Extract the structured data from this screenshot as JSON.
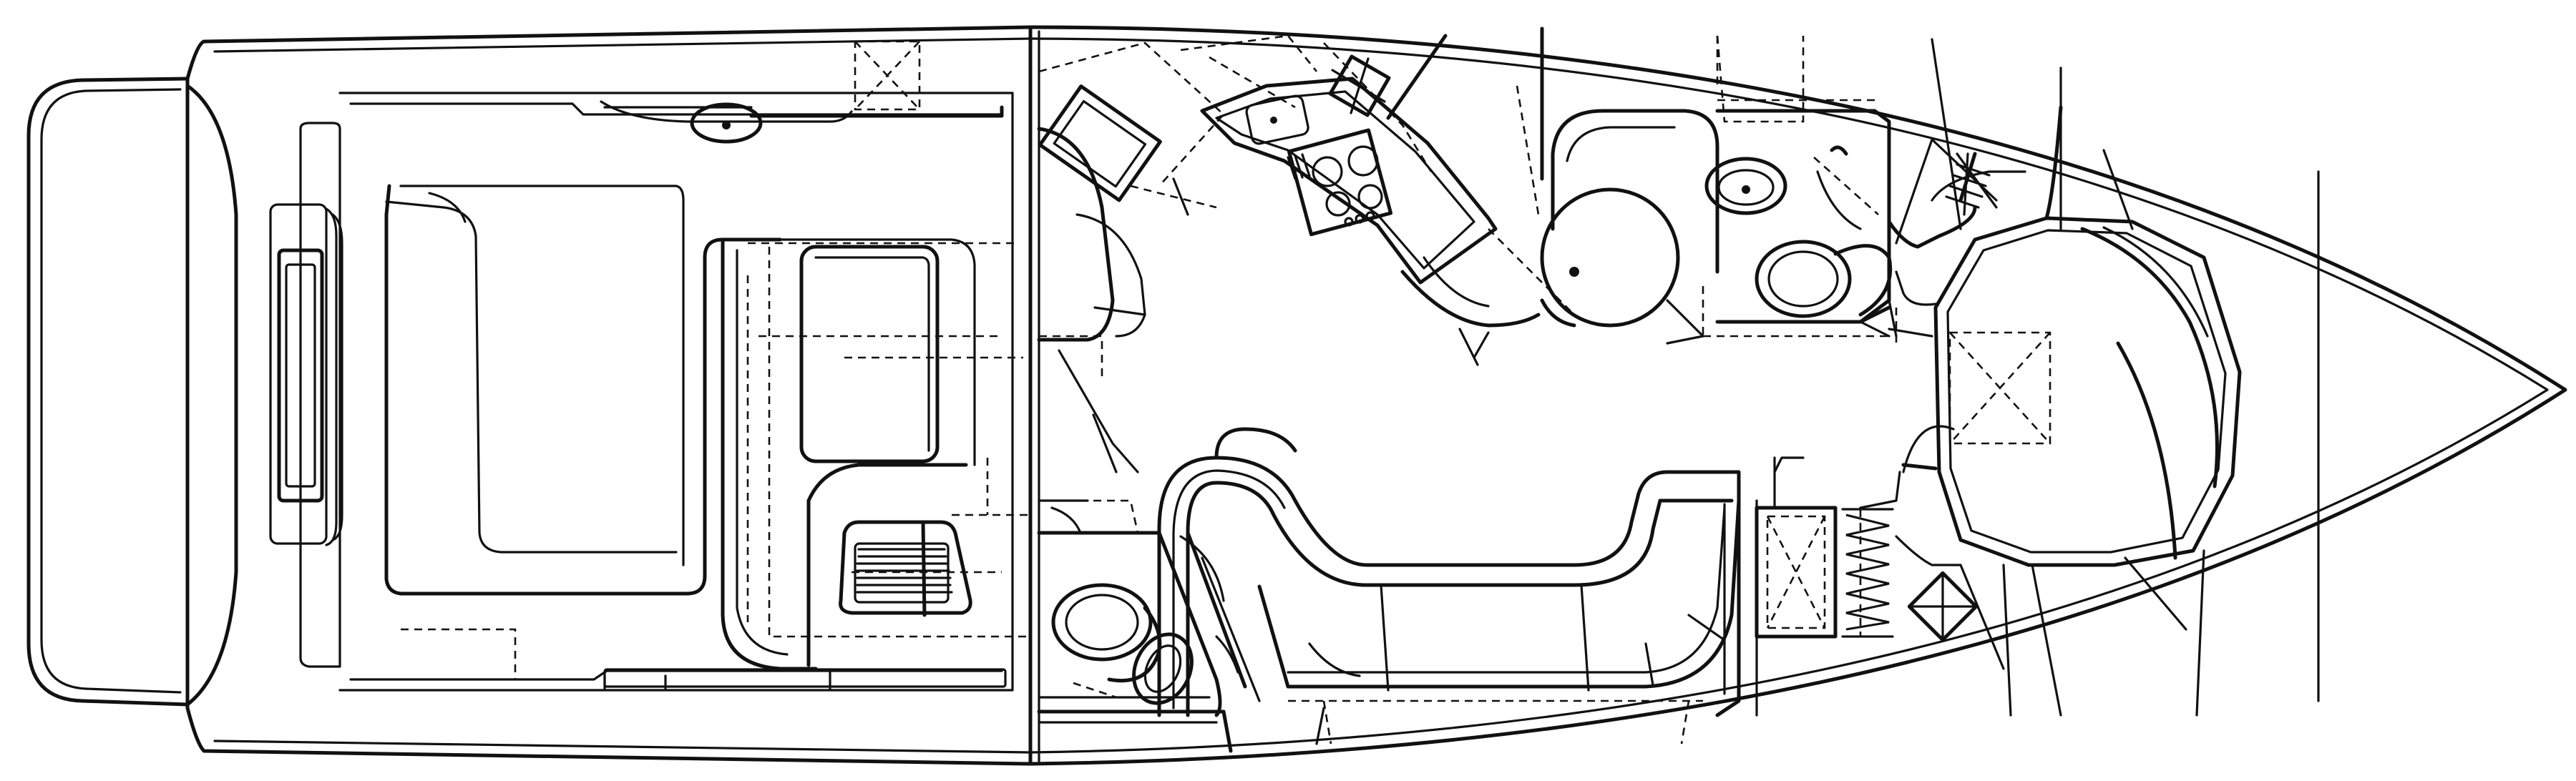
{
  "diagram": {
    "type": "boat-deck-plan",
    "line_color": "#111111",
    "background": "#ffffff",
    "zones": [
      {
        "name": "swim-platform"
      },
      {
        "name": "cockpit"
      },
      {
        "name": "salon"
      },
      {
        "name": "galley"
      },
      {
        "name": "head"
      },
      {
        "name": "forward-stateroom"
      }
    ]
  }
}
